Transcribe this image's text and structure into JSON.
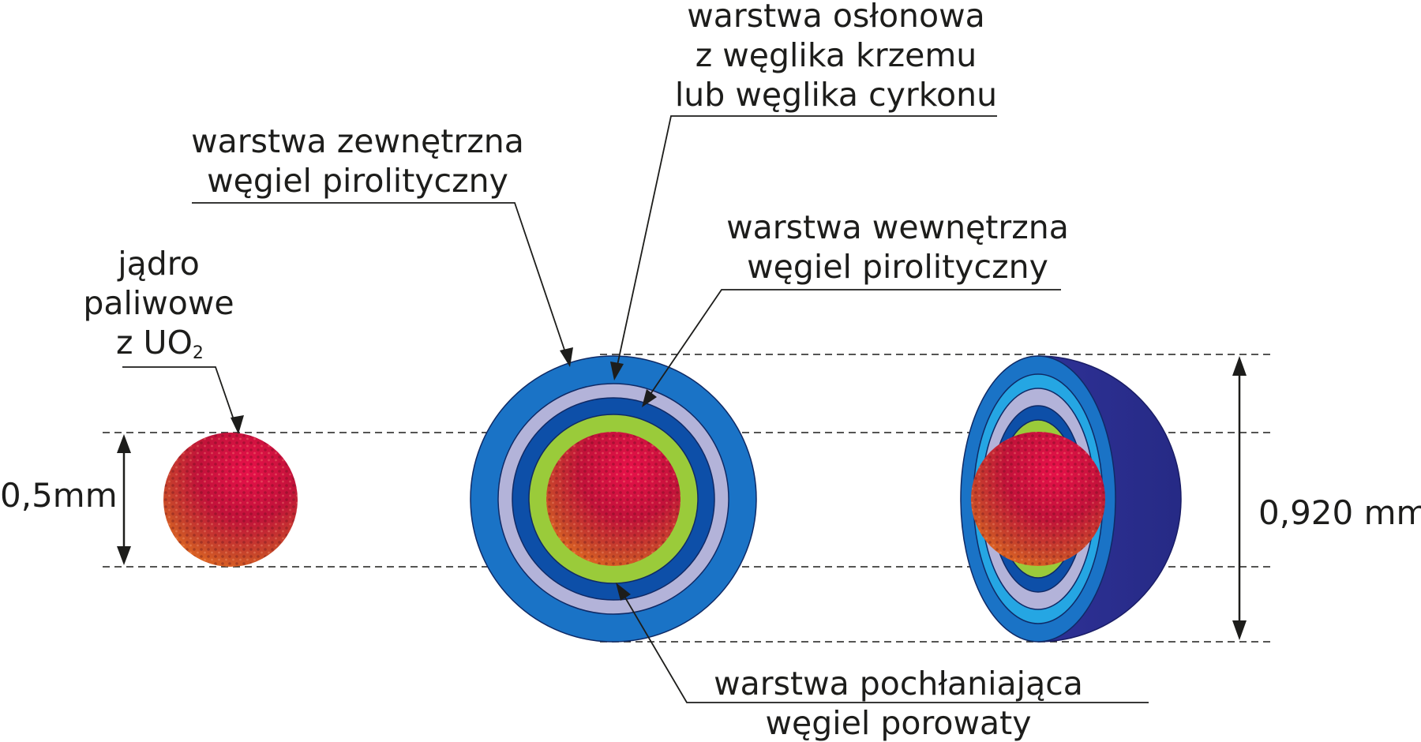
{
  "labels": {
    "shield_line1": "warstwa osłonowa",
    "shield_line2": "z węglika krzemu",
    "shield_line3": "lub węglika cyrkonu",
    "outer_line1": "warstwa zewnętrzna",
    "outer_line2": "węgiel pirolityczny",
    "inner_line1": "warstwa wewnętrzna",
    "inner_line2": "węgiel pirolityczny",
    "kernel_line1": "jądro",
    "kernel_line2": "paliwowe",
    "kernel_line3_prefix": "z UO",
    "kernel_line3_sub": "2",
    "buffer_line1": "warstwa pochłaniająca",
    "buffer_line2": "węgiel porowaty"
  },
  "dimensions": {
    "kernel_diameter": "0,5mm",
    "particle_diameter": "0,920 mm"
  },
  "colors": {
    "outer_pyc": "#1a73c6",
    "silicon_carbide": "#b3b3d9",
    "inner_pyc": "#0d4fa8",
    "buffer": "#9acb3a",
    "section_inner_ring": "#25a6e3",
    "hemisphere_surface": "#2b2e8c",
    "kernel_core": "#e0123f",
    "kernel_edge": "#e8741e",
    "line": "#1d1d1b"
  }
}
